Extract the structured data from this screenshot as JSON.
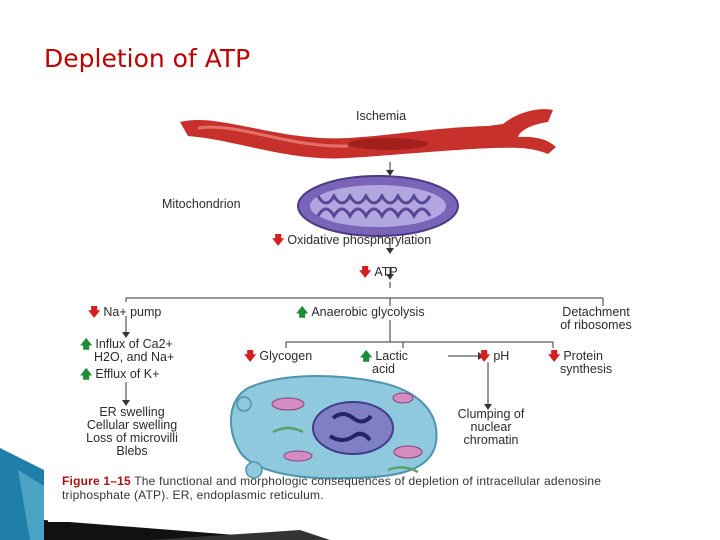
{
  "slide": {
    "title": "Depletion of ATP"
  },
  "figure": {
    "ischemia": "Ischemia",
    "mitochondrion": "Mitochondrion",
    "oxidative": "Oxidative phosphorylation",
    "atp": "ATP",
    "na_pump": "Na+ pump",
    "anaerobic": "Anaerobic glycolysis",
    "detachment_line1": "Detachment",
    "detachment_line2": "of ribosomes",
    "influx_line1": "Influx of Ca2+",
    "influx_line2": "H2O, and Na+",
    "efflux": "Efflux of K+",
    "glycogen": "Glycogen",
    "lactic_line1": "Lactic",
    "lactic_line2": "acid",
    "ph": "pH",
    "protein_line1": "Protein",
    "protein_line2": "synthesis",
    "er_line1": "ER swelling",
    "er_line2": "Cellular swelling",
    "er_line3": "Loss of microvilli",
    "er_line4": "Blebs",
    "clumping_line1": "Clumping of",
    "clumping_line2": "nuclear",
    "clumping_line3": "chromatin",
    "caption_num": "Figure 1–15",
    "caption_text": "The functional and morphologic consequences of depletion of intracellular adenosine triphosphate (ATP). ER, endoplasmic reticulum."
  },
  "icons": {
    "down_arrow": "down-arrow-icon",
    "up_arrow": "up-arrow-icon"
  },
  "colors": {
    "title": "#c00000",
    "down_arrow": "#d42020",
    "up_arrow": "#1f8c3a",
    "vessel": "#c8302c",
    "mitochondrion": "#7a64b8",
    "cell": "#8ec9dd",
    "nucleus": "#5a5aa8",
    "deco_teal": "#1f7fa8",
    "deco_dark": "#111111"
  }
}
